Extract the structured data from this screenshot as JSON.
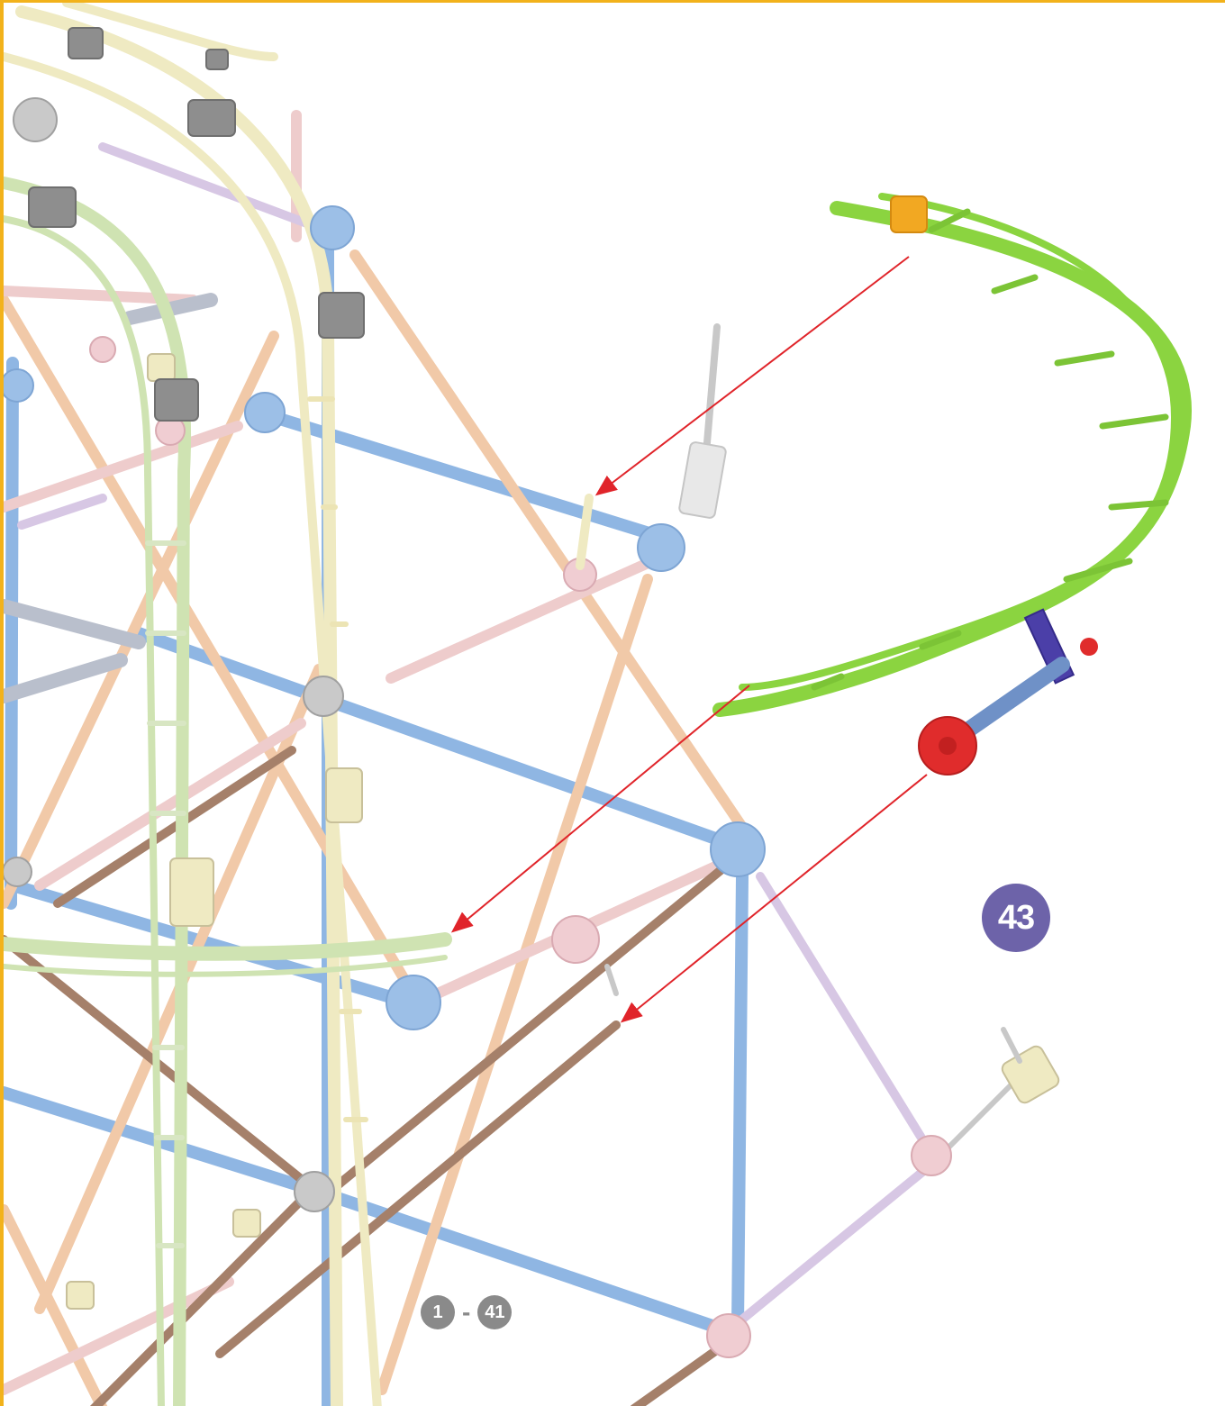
{
  "step": {
    "number": "43"
  },
  "prerequisite_range": {
    "from": "1",
    "separator": "-",
    "to": "41"
  },
  "colors": {
    "frame_border": "#f2b21b",
    "new_track": "#8bd440",
    "arrow": "#e0242a",
    "step_badge": "#6d63a9",
    "range_badge": "#8a8a8a",
    "connector_red": "#e02c2c",
    "connector_orange": "#f2a822",
    "rod_blue": "#8fb6e3",
    "rod_pink": "#eecccc",
    "rod_tan": "#f1c9a8",
    "rod_brown": "#a5806a",
    "track_green": "#cfe3b2",
    "track_yellow": "#efeac2",
    "rod_lavender": "#d7c7e4",
    "block_gray": "#8e8e8e"
  },
  "icons": {
    "arrows": "red-arrow-icon",
    "new_part": "green-track-section-icon"
  }
}
